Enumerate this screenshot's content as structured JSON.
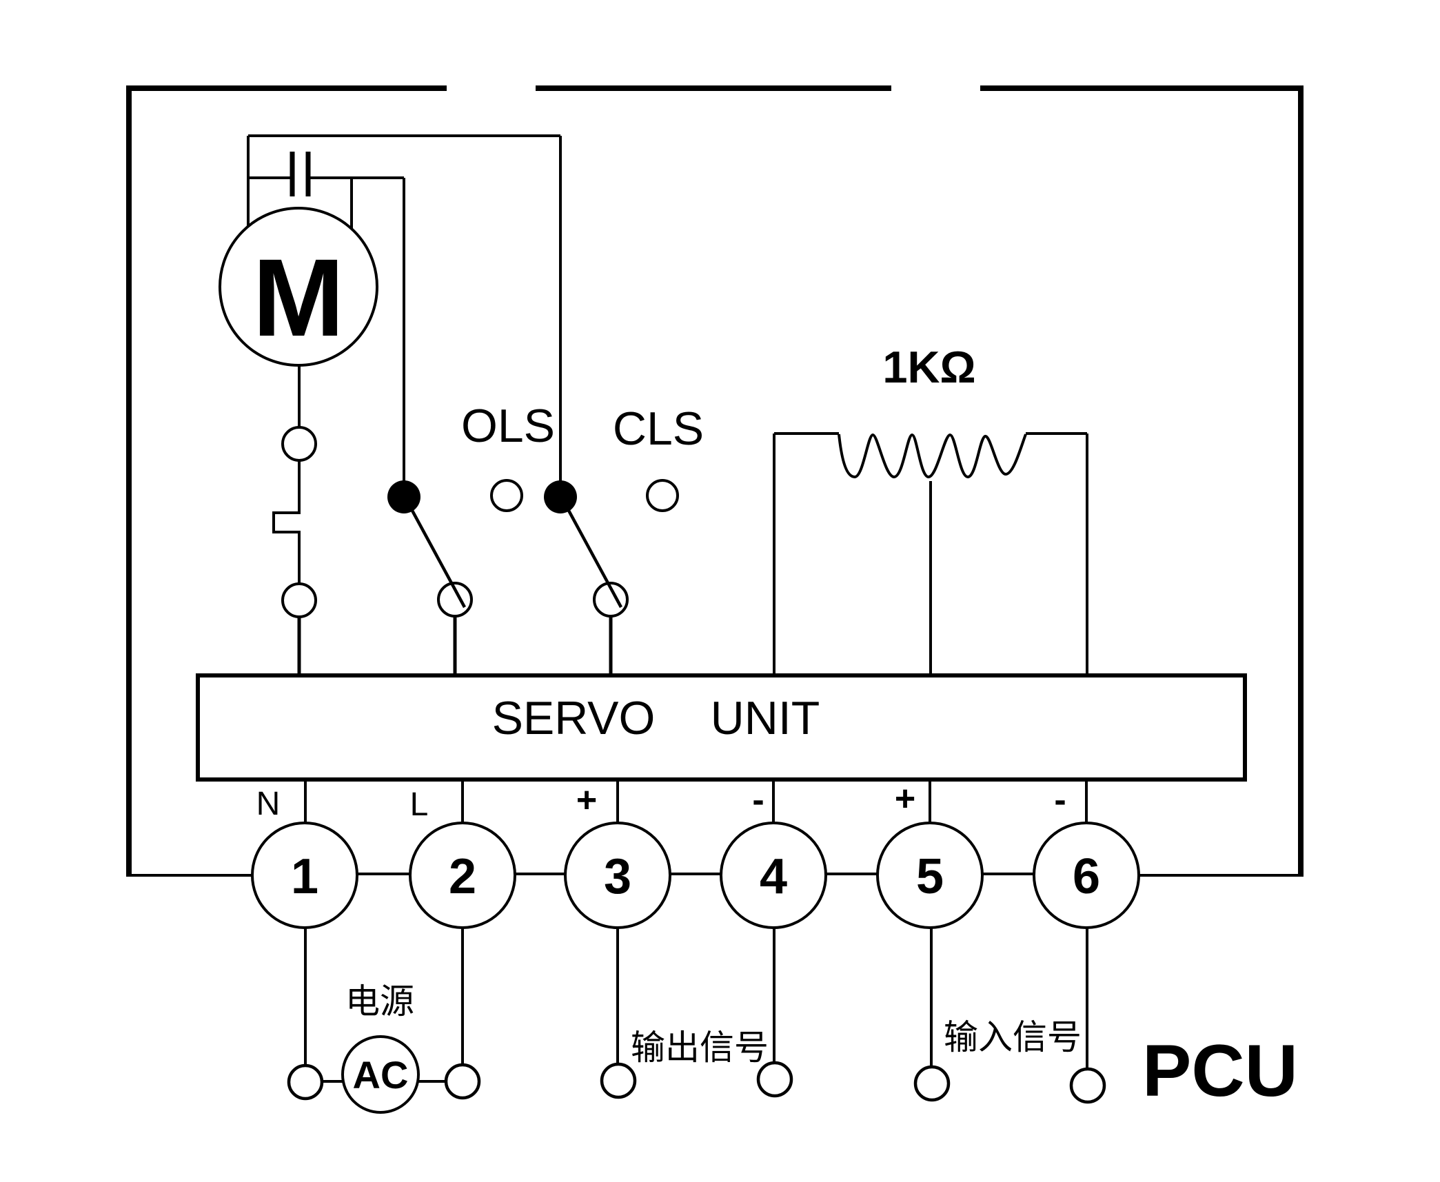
{
  "diagram": {
    "title_block": {
      "pcu_label": "PCU"
    },
    "motor": {
      "label": "M"
    },
    "switches": {
      "ols_label": "OLS",
      "cls_label": "CLS"
    },
    "resistor": {
      "label": "1KΩ"
    },
    "servo_unit": {
      "word1": "SERVO",
      "word2": "UNIT"
    },
    "terminals": [
      {
        "number": "1",
        "polarity": "N"
      },
      {
        "number": "2",
        "polarity": "L"
      },
      {
        "number": "3",
        "polarity": "+"
      },
      {
        "number": "4",
        "polarity": "-"
      },
      {
        "number": "5",
        "polarity": "+"
      },
      {
        "number": "6",
        "polarity": "-"
      }
    ],
    "power": {
      "source_label": "电源",
      "ac_label": "AC"
    },
    "signals": {
      "output_label": "输出信号",
      "input_label": "输入信号"
    },
    "colors": {
      "line": "#000000",
      "background": "#ffffff"
    }
  }
}
